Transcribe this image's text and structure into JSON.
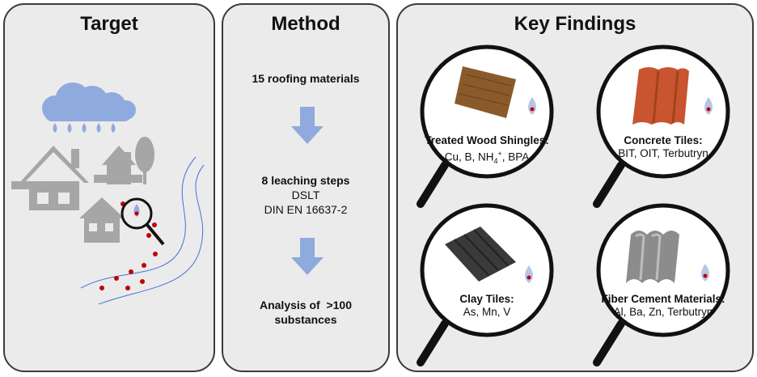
{
  "target": {
    "title": "Target"
  },
  "method": {
    "title": "Method",
    "step1": "15 roofing materials",
    "step2": {
      "line1": "8 leaching steps",
      "line2": "DSLT",
      "line3": "DIN EN 16637-2"
    },
    "step3": {
      "line1": "Analysis of  >100",
      "line2": "substances"
    }
  },
  "findings": {
    "title": "Key Findings",
    "items": [
      {
        "material": "Treated Wood Shingles:",
        "substances_pre": "Cu, B, NH",
        "sub": "4",
        "sup": "+",
        "substances_post": ", BPA"
      },
      {
        "material": "Concrete Tiles:",
        "substances": "BIT, OIT, Terbutryn"
      },
      {
        "material": "Clay Tiles:",
        "substances": "As, Mn, V"
      },
      {
        "material": "Fiber Cement Materials:",
        "substances": "Al, Ba, Zn, Terbutryn"
      }
    ]
  },
  "colors": {
    "panel_bg": "#ebebeb",
    "border": "#3a3a3a",
    "arrow": "#8faadc",
    "cloud": "#8faadc",
    "house": "#a6a6a6",
    "river": "#4a6fd8",
    "dot": "#c00000"
  }
}
